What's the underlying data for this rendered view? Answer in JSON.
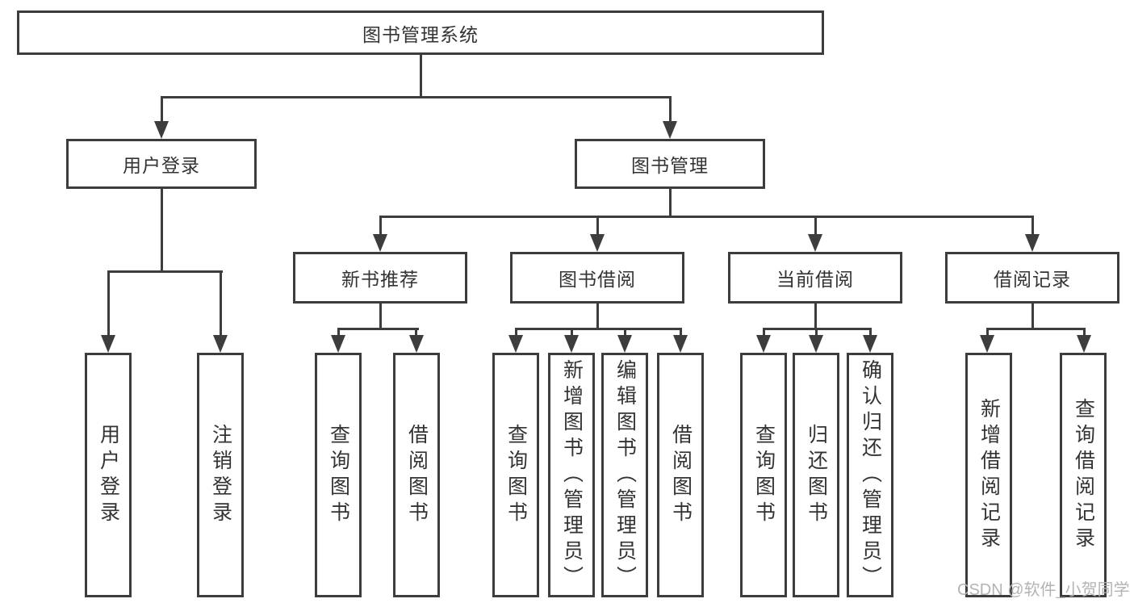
{
  "nodes": {
    "root": "图书管理系统",
    "user_login": "用户登录",
    "book_mgmt": "图书管理",
    "login_children": [
      "用户登录",
      "注销登录"
    ],
    "mgmt_children": [
      "新书推荐",
      "图书借阅",
      "当前借阅",
      "借阅记录"
    ],
    "recommend_leaves": [
      "查询图书",
      "借阅图书"
    ],
    "borrow_leaves": [
      "查询图书",
      "新增图书（管理员）",
      "编辑图书（管理员）",
      "借阅图书"
    ],
    "current_leaves": [
      "查询图书",
      "归还图书",
      "确认归还（管理员）"
    ],
    "record_leaves": [
      "新增借阅记录",
      "查询借阅记录"
    ]
  },
  "watermark": "CSDN @软件_小贺同学",
  "colors": {
    "line": "#3d3d3d",
    "text": "#333333",
    "watermark": "#b3b3b3",
    "background": "#ffffff"
  }
}
